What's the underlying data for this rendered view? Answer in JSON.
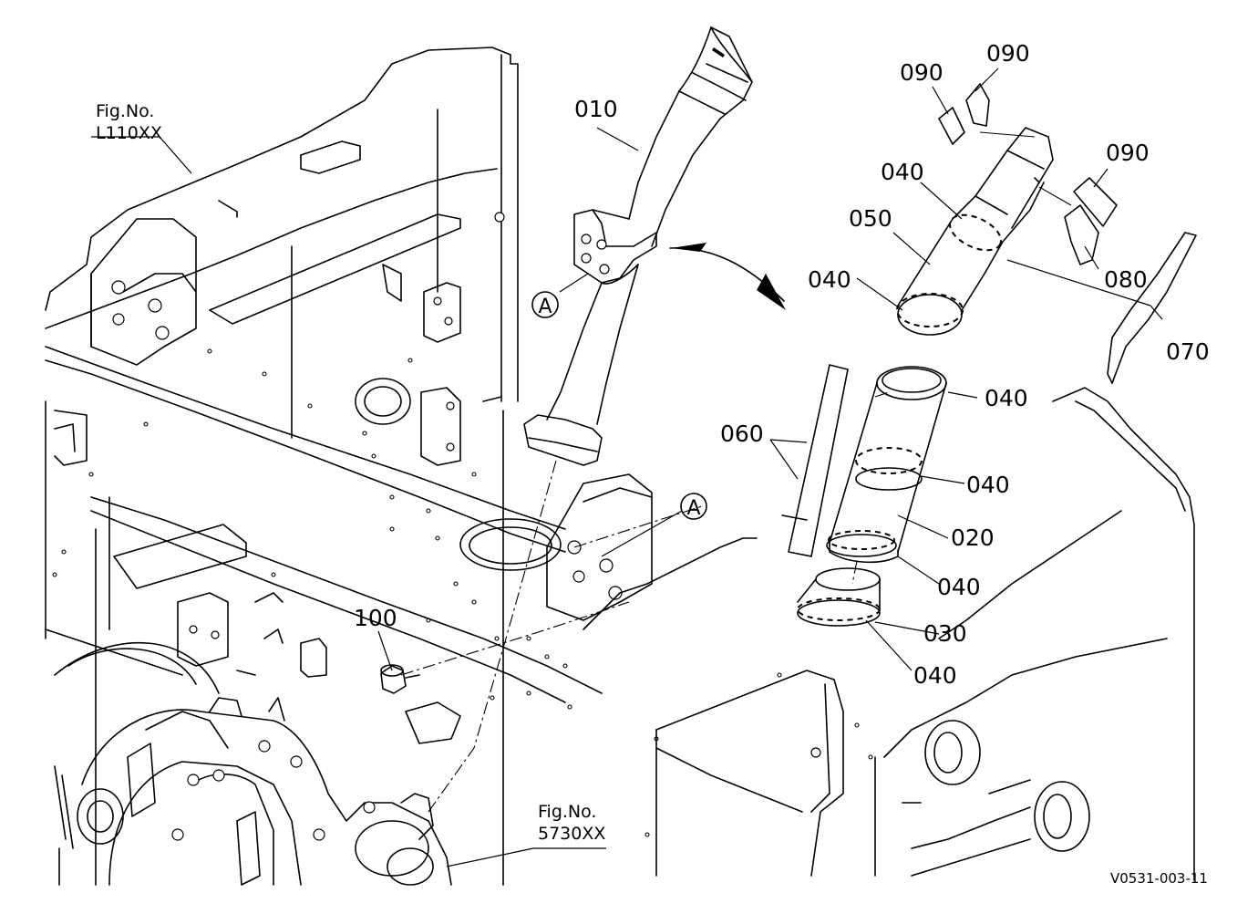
{
  "figure_refs": [
    {
      "label": "Fig.No.",
      "code": "L110XX"
    },
    {
      "label": "Fig.No.",
      "code": "5730XX"
    }
  ],
  "callouts": {
    "p010": "010",
    "p020": "020",
    "p030": "030",
    "p040": "040",
    "p050": "050",
    "p060": "060",
    "p070": "070",
    "p080": "080",
    "p090": "090",
    "p100": "100"
  },
  "markers": {
    "a": "A"
  },
  "drawing_code": "V0531-003-11"
}
